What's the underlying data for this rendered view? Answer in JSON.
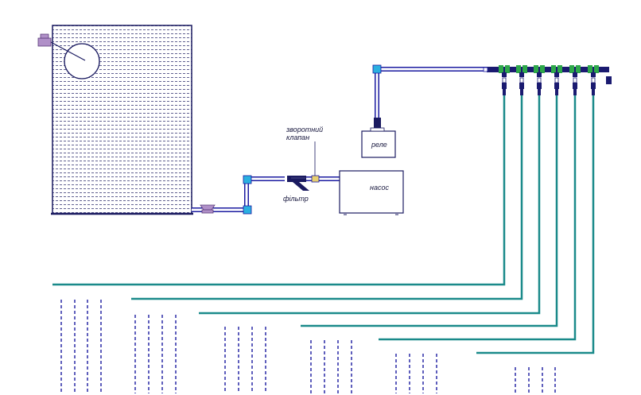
{
  "labels": {
    "check_valve_line1": "зворотний",
    "check_valve_line2": "клапан",
    "filter": "фільтр",
    "pump": "насос",
    "relay": "реле"
  },
  "colors": {
    "pipe_outline": "#1a1aa0",
    "pipe_fill": "#ffffff",
    "pipe_elbow": "#2ab0e0",
    "water_line": "#1a8a8a",
    "dash": "#1a1aa0",
    "valve": "#b090c8",
    "manifold_green": "#2ea84a",
    "manifold_dark": "#1a1a70"
  },
  "icons": {
    "float_valve": "float-valve-icon",
    "tank_outlet_valve": "outlet-valve-icon",
    "filter": "filter-icon",
    "check_valve": "check-valve-icon",
    "manifold_valves": "manifold-valve-icon"
  },
  "counts": {
    "manifold_outlets": 6,
    "irrigation_groups": 6
  }
}
